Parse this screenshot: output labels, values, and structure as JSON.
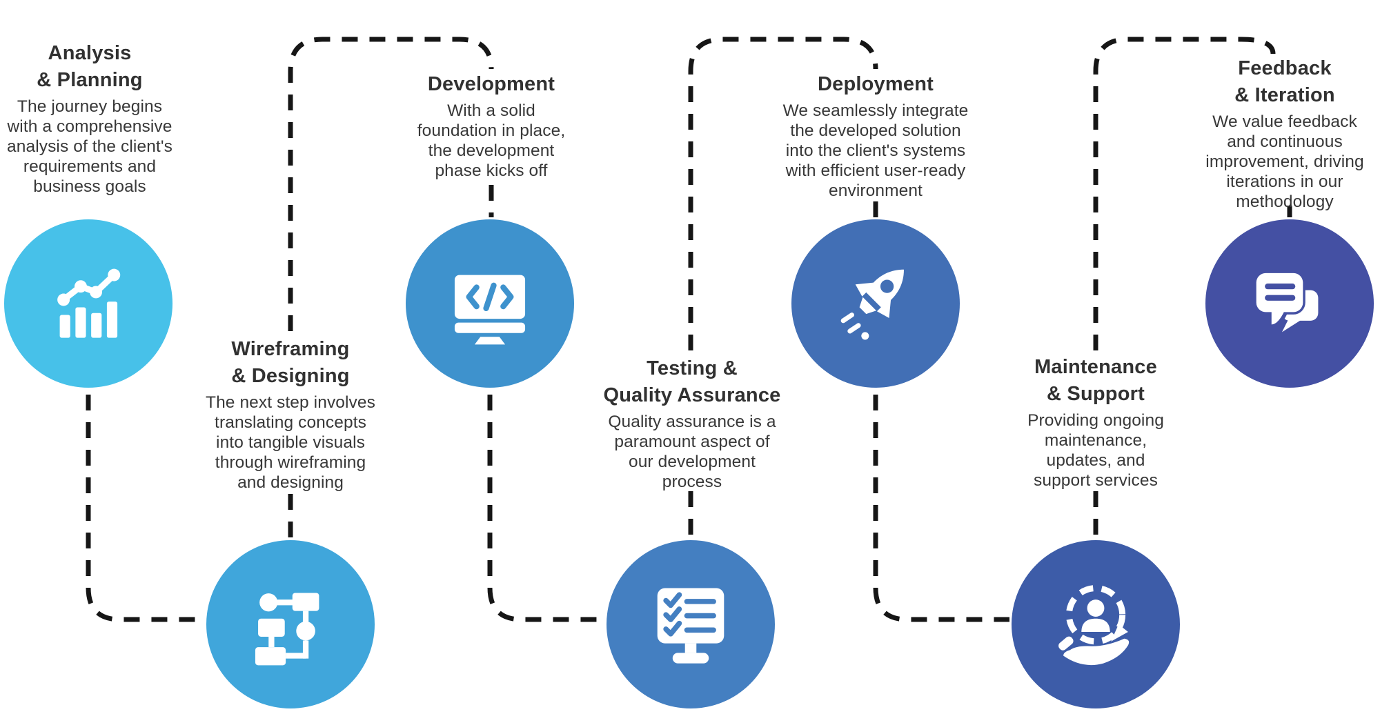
{
  "diagram": {
    "name": "Software development process flow",
    "connector_color": "#161616",
    "title_color": "#313131",
    "body_color": "#383838"
  },
  "steps": [
    {
      "title": "Analysis\n& Planning",
      "body": "The journey begins\nwith a comprehensive\nanalysis of the client's\nrequirements and\nbusiness goals",
      "color": "#47C1E9",
      "icon": "analytics-chart-icon"
    },
    {
      "title": "Wireframing\n& Designing",
      "body": "The next step involves\ntranslating concepts\ninto tangible visuals\nthrough wireframing\nand designing",
      "color": "#40A6DB",
      "icon": "flowchart-icon"
    },
    {
      "title": "Development",
      "body": "With a solid\nfoundation in place,\nthe development\nphase kicks off",
      "color": "#3E92CD",
      "icon": "code-monitor-icon"
    },
    {
      "title": "Testing &\nQuality Assurance",
      "body": "Quality assurance is a\nparamount aspect of\nour development\nprocess",
      "color": "#447FC1",
      "icon": "checklist-monitor-icon"
    },
    {
      "title": "Deployment",
      "body": "We seamlessly integrate\nthe developed solution\ninto the client's systems\nwith efficient user-ready\nenvironment",
      "color": "#426FB5",
      "icon": "rocket-icon"
    },
    {
      "title": "Maintenance\n& Support",
      "body": "Providing ongoing\nmaintenance,\nupdates, and\nsupport services",
      "color": "#3D5CA8",
      "icon": "user-refresh-hand-icon"
    },
    {
      "title": "Feedback\n& Iteration",
      "body": "We value feedback\nand continuous\nimprovement, driving\niterations in our\nmethodology",
      "color": "#4450A3",
      "icon": "chat-bubbles-icon"
    }
  ]
}
